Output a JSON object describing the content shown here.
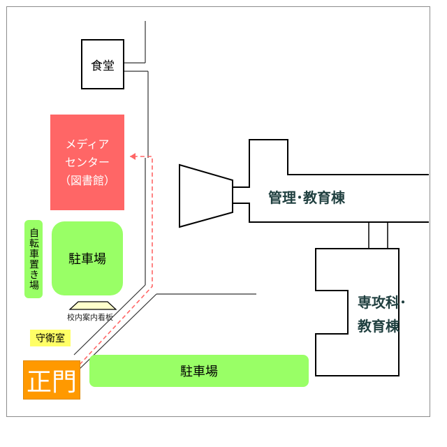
{
  "buildings": {
    "shokudo": "食堂",
    "media_center": [
      "メディア",
      "センター",
      "（図書館）"
    ],
    "kanri_kyoiku": "管理･教育棟",
    "senko_kyoiku": [
      "専攻科･",
      "教育棟"
    ]
  },
  "parking": {
    "lot_left": "駐車場",
    "lot_bottom": "駐車場"
  },
  "facilities": {
    "bicycle_parking": "自転車置き場",
    "guard_room": "守衛室",
    "main_gate": "正門",
    "campus_sign": "校内案内看板"
  },
  "colors": {
    "media_center": "#ff6666",
    "parking": "#99ff66",
    "guard_room": "#ffff66",
    "main_gate": "#ff9900",
    "route": "#ff6666"
  }
}
